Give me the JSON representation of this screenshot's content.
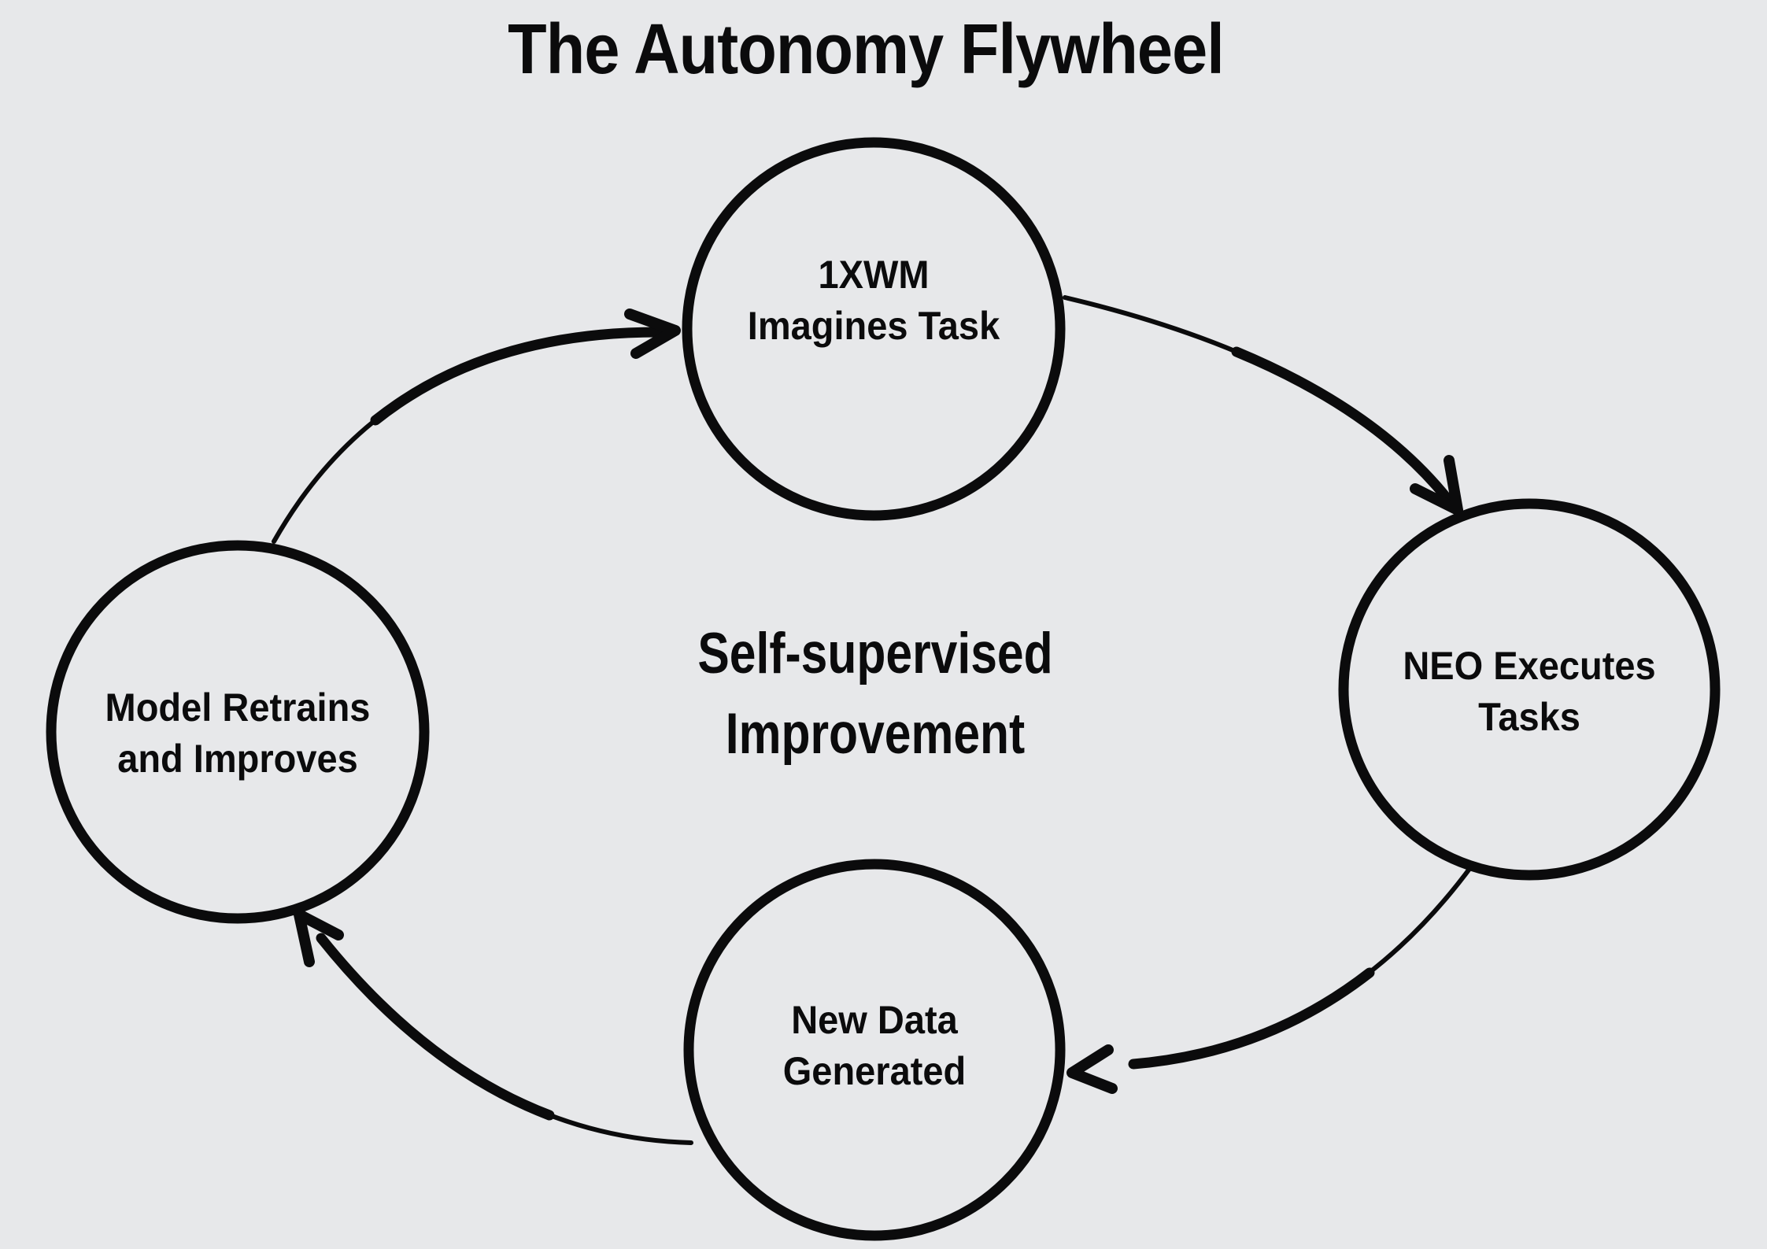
{
  "title": "The Autonomy Flywheel",
  "center_label": {
    "line1": "Self-supervised",
    "line2": "Improvement"
  },
  "nodes": {
    "top": {
      "line1": "1XWM",
      "line2": "Imagines Task"
    },
    "right": {
      "line1": "NEO Executes",
      "line2": "Tasks"
    },
    "bottom": {
      "line1": "New Data",
      "line2": "Generated"
    },
    "left": {
      "line1": "Model Retrains",
      "line2": "and Improves"
    }
  },
  "edges": [
    {
      "from": "Model Retrains and Improves",
      "to": "1XWM Imagines Task"
    },
    {
      "from": "1XWM Imagines Task",
      "to": "NEO Executes Tasks"
    },
    {
      "from": "NEO Executes Tasks",
      "to": "New Data Generated"
    },
    {
      "from": "New Data Generated",
      "to": "Model Retrains and Improves"
    }
  ],
  "colors": {
    "background": "#e7e8ea",
    "ink": "#0b0b0c"
  }
}
